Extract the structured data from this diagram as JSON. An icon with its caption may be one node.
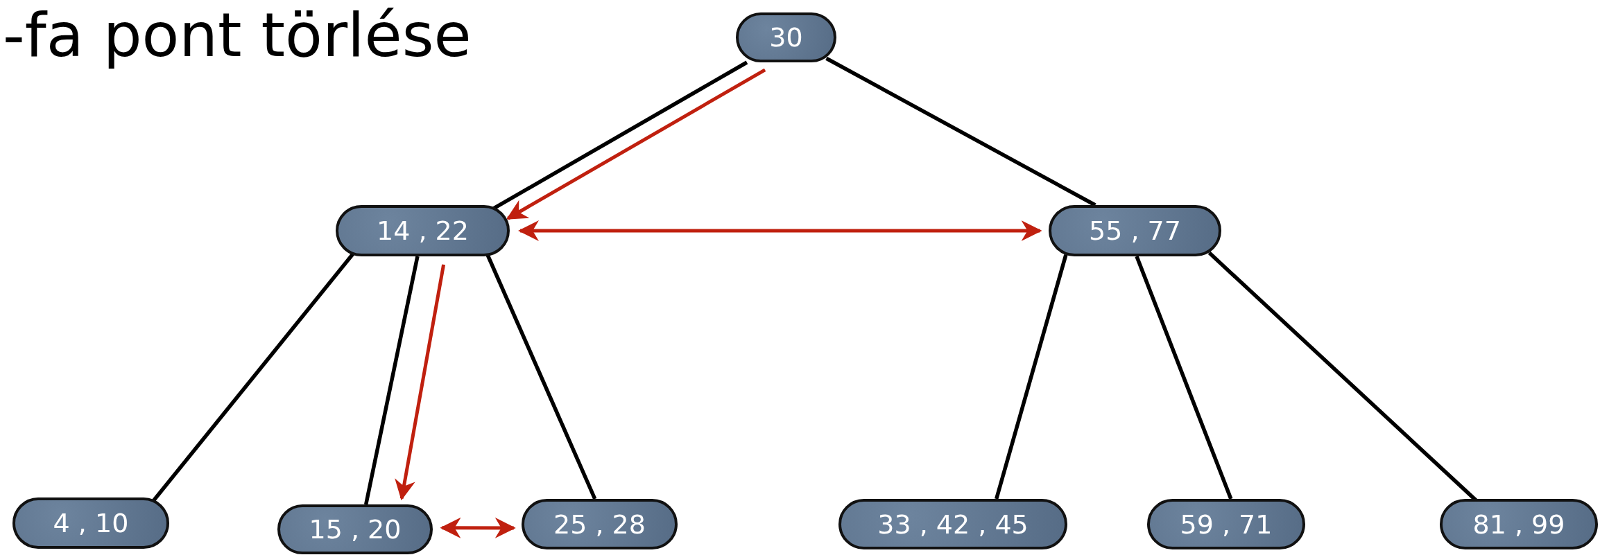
{
  "diagram": {
    "title": "-fa pont törlése",
    "nodes": [
      {
        "text": [
          "30"
        ]
      },
      {
        "text": [
          "14 , 22"
        ]
      },
      {
        "text": [
          "55 , 77"
        ]
      },
      {
        "text": [
          "4 , 10"
        ]
      },
      {
        "text": [
          "15 , 20"
        ]
      },
      {
        "text": [
          "25 , 28"
        ]
      },
      {
        "text": [
          "33 , 42 , 45"
        ]
      },
      {
        "text": [
          "59 , 71"
        ]
      },
      {
        "text": [
          "81 , 99"
        ]
      }
    ],
    "edges": [
      {
        "from": 0,
        "to": 1,
        "arrow": "none"
      },
      {
        "from": 0,
        "to": 2,
        "arrow": "none"
      },
      {
        "from": 1,
        "to": 3,
        "arrow": "none"
      },
      {
        "from": 1,
        "to": 4,
        "arrow": "none"
      },
      {
        "from": 1,
        "to": 5,
        "arrow": "none"
      },
      {
        "from": 2,
        "to": 6,
        "arrow": "none"
      },
      {
        "from": 2,
        "to": 7,
        "arrow": "none"
      },
      {
        "from": 2,
        "to": 8,
        "arrow": "none"
      },
      {
        "from": 0,
        "to": 1,
        "arrow": "to",
        "color": "#c0200f"
      },
      {
        "from": 1,
        "to": 2,
        "arrow": "both",
        "color": "#c0200f"
      },
      {
        "from": 1,
        "to": 4,
        "arrow": "to",
        "color": "#c0200f"
      },
      {
        "from": 4,
        "to": 5,
        "arrow": "both",
        "color": "#c0200f"
      }
    ]
  }
}
